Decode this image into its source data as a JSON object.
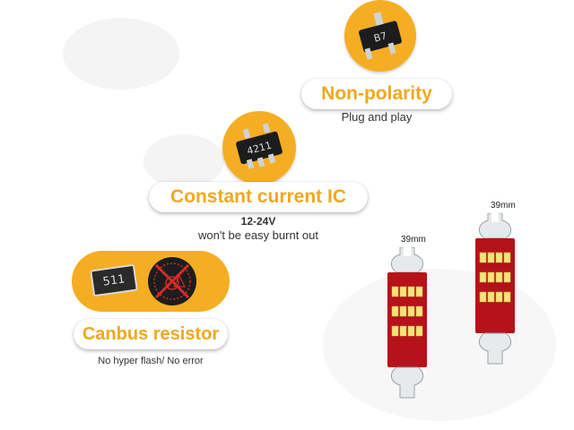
{
  "features": {
    "non_polarity": {
      "title": "Non-polarity",
      "subtitle": "Plug and play",
      "chip_label": "B7"
    },
    "constant_current": {
      "title": "Constant current IC",
      "voltage": "12-24V",
      "subtitle": "won't be easy burnt out",
      "chip_label": "4211"
    },
    "canbus": {
      "title": "Canbus resistor",
      "subtitle": "No hyper flash/ No error",
      "resistor_label": "511"
    }
  },
  "bulbs": [
    {
      "length_label": "39mm"
    },
    {
      "length_label": "39mm"
    }
  ],
  "colors": {
    "accent": "#f5ae23",
    "pill_text": "#f0a81e",
    "pcb_red": "#b5121b",
    "led_yellow": "#f7e27a"
  }
}
